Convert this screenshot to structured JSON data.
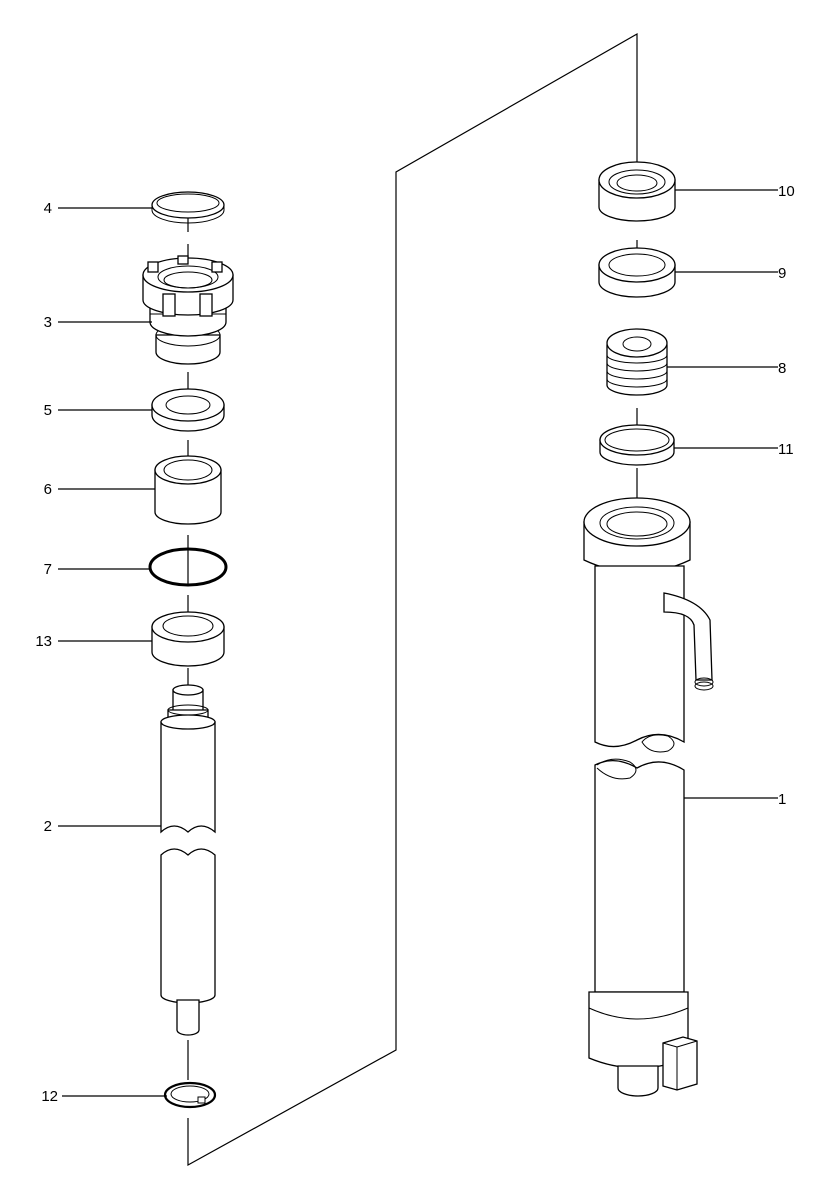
{
  "diagram": {
    "type": "exploded-parts-view",
    "callouts": [
      {
        "id": "p4",
        "label": "4"
      },
      {
        "id": "p3",
        "label": "3"
      },
      {
        "id": "p5",
        "label": "5"
      },
      {
        "id": "p6",
        "label": "6"
      },
      {
        "id": "p7",
        "label": "7"
      },
      {
        "id": "p13",
        "label": "13"
      },
      {
        "id": "p2",
        "label": "2"
      },
      {
        "id": "p12",
        "label": "12"
      },
      {
        "id": "p10",
        "label": "10"
      },
      {
        "id": "p9",
        "label": "9"
      },
      {
        "id": "p8",
        "label": "8"
      },
      {
        "id": "p11",
        "label": "11"
      },
      {
        "id": "p1",
        "label": "1"
      }
    ]
  }
}
